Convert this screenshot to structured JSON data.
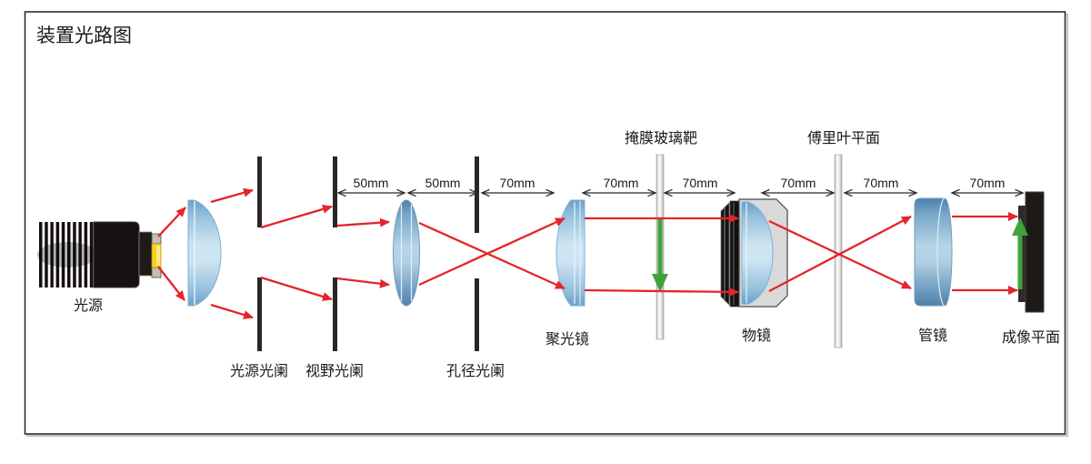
{
  "title": "装置光路图",
  "labels": {
    "light_source": "光源",
    "source_stop": "光源光阑",
    "field_stop": "视野光阑",
    "aperture_stop": "孔径光阑",
    "condenser": "聚光镜",
    "mask_target": "掩膜玻璃靶",
    "objective": "物镜",
    "fourier_plane": "傅里叶平面",
    "tube_lens": "管镜",
    "image_plane": "成像平面"
  },
  "measurements": [
    {
      "label": "50mm"
    },
    {
      "label": "50mm"
    },
    {
      "label": "70mm"
    },
    {
      "label": "70mm"
    },
    {
      "label": "70mm"
    },
    {
      "label": "70mm"
    },
    {
      "label": "70mm"
    },
    {
      "label": "70mm"
    }
  ],
  "colors": {
    "ray_red": "#e5242b",
    "arrow_green": "#3fa33a",
    "lens_blue_light": "#cde4f1",
    "lens_blue_edge": "#4e80ab",
    "glass_gray": "#d8d8d8",
    "aperture_black": "#2b2626",
    "dimension_black": "#2b2b2b",
    "frame_border": "#2e2e2e"
  }
}
